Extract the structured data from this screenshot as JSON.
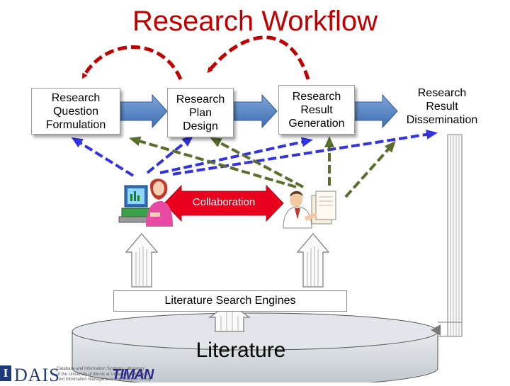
{
  "title": "Research Workflow",
  "steps": {
    "question": "Research\nQuestion\nFormulation",
    "plan": "Research\nPlan\nDesign",
    "generation": "Research\nResult\nGeneration",
    "dissemination": "Research\nResult\nDissemination"
  },
  "collaboration": "Collaboration",
  "engines": "Literature Search Engines",
  "literature": "Literature",
  "footer": {
    "dais": "DAIS",
    "lab_line1": "Database and Information Systems Laboratory",
    "lab_line2": "of the University of Illinois at Urbana-Champaign",
    "lab_line3": "Text Information Management and Analysis Group",
    "timan": "TIMAN",
    "university_mark": "I"
  },
  "colors": {
    "title": "#c00000",
    "red_arrow": "#c00000",
    "blue_arrow": "#3333dd",
    "green_arrow": "#5a6e2c",
    "flow_arrow": "#4f81bd",
    "collab_arrow": "#e8001c"
  }
}
